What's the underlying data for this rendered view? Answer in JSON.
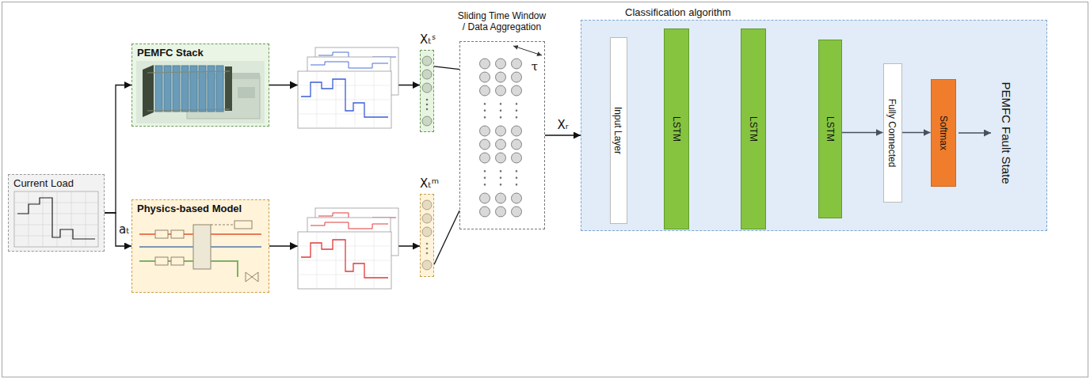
{
  "diagram": {
    "nodes": [
      {
        "text": [
          "Current Load"
        ]
      },
      {
        "text": [
          "PEMFC Stack"
        ]
      },
      {
        "text": [
          "Physics-based Model"
        ]
      },
      {
        "text": [
          "Xₜˢ"
        ]
      },
      {
        "text": [
          "Xₜᵐ"
        ]
      },
      {
        "text": [
          "Sliding Time Window / Data Aggregation"
        ]
      },
      {
        "text": [
          "Classification algorithm"
        ]
      },
      {
        "text": [
          "Input Layer"
        ],
        "in": 6
      },
      {
        "text": [
          "LSTM"
        ],
        "in": 6
      },
      {
        "text": [
          "LSTM"
        ],
        "in": 6
      },
      {
        "text": [
          "LSTM"
        ],
        "in": 6
      },
      {
        "text": [
          "Fully Connected"
        ],
        "in": 6
      },
      {
        "text": [
          "Softmax"
        ],
        "in": 6
      }
    ],
    "edges": [
      {
        "from": 0,
        "to": 1,
        "arrow": "to"
      },
      {
        "from": 0,
        "to": 2,
        "arrow": "to",
        "label": "aₜ"
      },
      {
        "from": 1,
        "to": 3,
        "arrow": "to"
      },
      {
        "from": 2,
        "to": 4,
        "arrow": "to"
      },
      {
        "from": 3,
        "to": 5,
        "arrow": "none"
      },
      {
        "from": 4,
        "to": 5,
        "arrow": "none"
      },
      {
        "from": 5,
        "to": 6,
        "arrow": "to",
        "label": "Xᵣ"
      },
      {
        "from": 10,
        "to": 11,
        "arrow": "to"
      },
      {
        "from": 11,
        "to": 12,
        "arrow": "to"
      }
    ],
    "labels": [
      "τ",
      "PEMFC Fault State"
    ]
  }
}
